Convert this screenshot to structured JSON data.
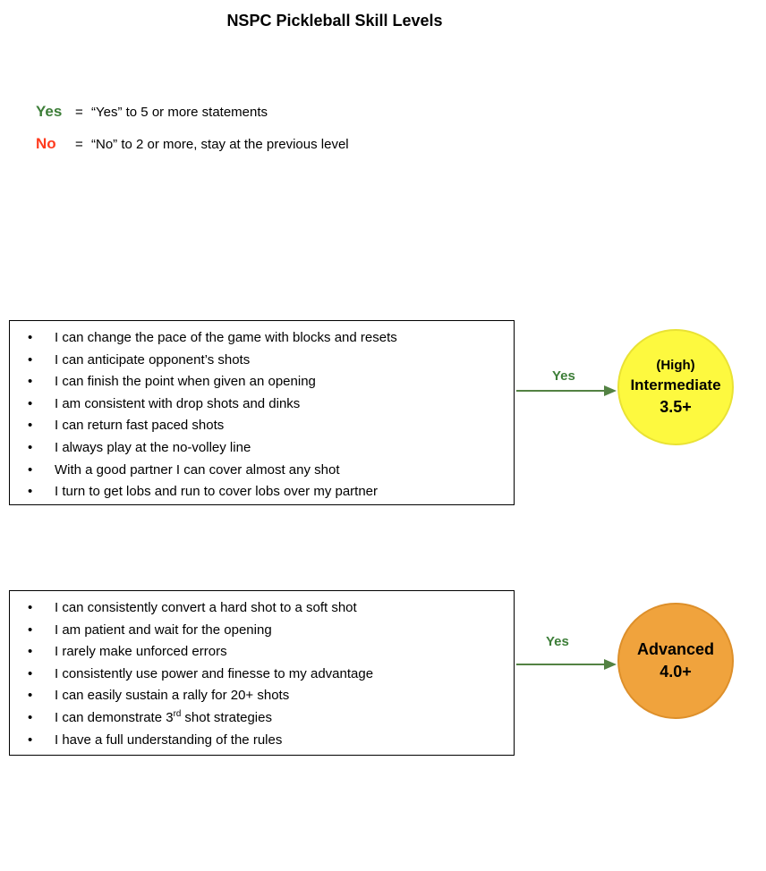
{
  "title": "NSPC Pickleball Skill Levels",
  "legend": {
    "rows": [
      {
        "label": "Yes",
        "eq": "=",
        "text": "“Yes” to 5 or more statements"
      },
      {
        "label": "No",
        "eq": "=",
        "text": "“No” to 2 or more, stay at the previous level"
      }
    ]
  },
  "colors": {
    "yes_green": "#3d7e38",
    "no_red": "#ff3b1e",
    "arrow": "#538243"
  },
  "boxes": [
    {
      "items": [
        "I can change the pace of the game with blocks and resets",
        "I can anticipate opponent’s shots",
        "I can finish the point when given an opening",
        "I am consistent with drop shots and dinks",
        "I can return fast paced shots",
        "I always play at the no-volley line",
        "With a good partner I can cover almost any shot",
        "I turn to get lobs and run to cover lobs over my partner"
      ],
      "arrow_label": "Yes",
      "circle": {
        "lines": [
          "(High)",
          "Intermediate",
          "3.5+"
        ],
        "fill": "#fdf93f",
        "border": "#e9e234"
      }
    },
    {
      "items": [
        "I can consistently convert a hard shot to a soft shot",
        "I am patient and wait for the opening",
        "I rarely make unforced errors",
        "I consistently use power and finesse to my advantage",
        "I can easily sustain a rally for 20+ shots",
        [
          "I can demonstrate 3",
          {
            "sup": "rd"
          },
          " shot strategies"
        ],
        "I have a full understanding of the rules"
      ],
      "arrow_label": "Yes",
      "circle": {
        "lines": [
          "Advanced",
          "4.0+"
        ],
        "fill": "#f0a33d",
        "border": "#dd8f2a"
      }
    }
  ]
}
